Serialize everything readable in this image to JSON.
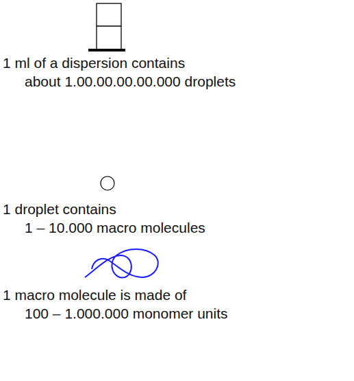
{
  "diagram": {
    "labels": [
      "1 ml of a dispersion contains",
      "about 1.00.00.00.00.000 droplets",
      "1 droplet contains",
      "1 – 10.000 macro molecules",
      "1 macro molecule is made of",
      "100 – 1.000.000 monomer units"
    ]
  }
}
